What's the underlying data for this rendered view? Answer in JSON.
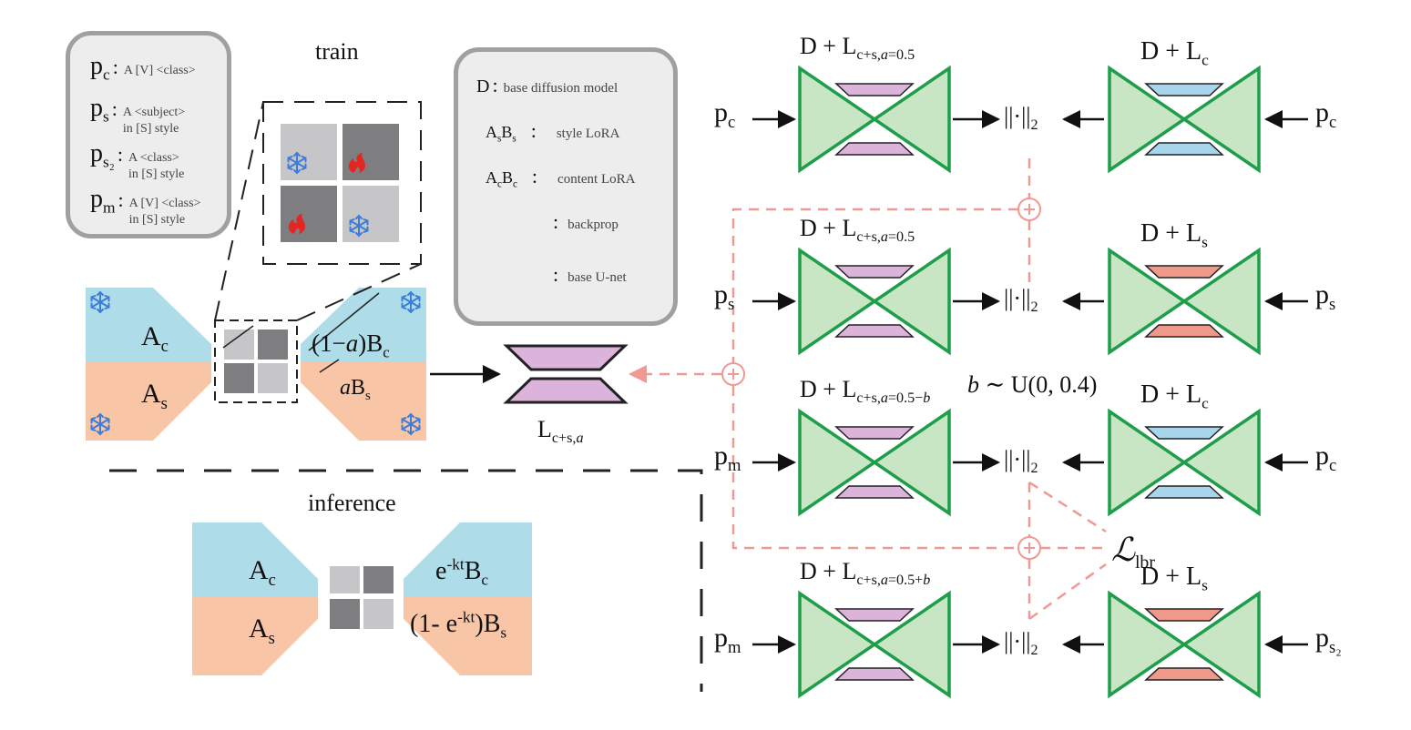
{
  "prompt_legend": {
    "items": [
      {
        "key": "p",
        "sub": "c",
        "desc_line1": "A [V] <class>",
        "desc_line2": ""
      },
      {
        "key": "p",
        "sub": "s",
        "desc_line1": "A <subject>",
        "desc_line2": "in [S] style"
      },
      {
        "key": "p",
        "sub": "s₂",
        "desc_line1": "A <class>",
        "desc_line2": "in [S] style"
      },
      {
        "key": "p",
        "sub": "m",
        "desc_line1": "A [V] <class>",
        "desc_line2": "in [S] style"
      }
    ]
  },
  "train": {
    "title": "train",
    "left": {
      "top_label": "A",
      "top_sub": "c",
      "bottom_label": "A",
      "bottom_sub": "s"
    },
    "right": {
      "top_prefix": "(1−",
      "top_var": "a",
      "top_suffix": ")B",
      "top_sub": "c",
      "bottom_var": "a",
      "bottom_label": "B",
      "bottom_sub": "s"
    },
    "output": {
      "label": "L",
      "sub": "c+s,",
      "sub_var": "a"
    }
  },
  "inference": {
    "title": "inference",
    "left": {
      "top_label": "A",
      "top_sub": "c",
      "bottom_label": "A",
      "bottom_sub": "s"
    },
    "right": {
      "top_prefix": "e",
      "top_sup": "-kt",
      "top_label": "B",
      "top_sub": "c",
      "bottom_prefix": "(1- e",
      "bottom_sup": "-kt",
      "bottom_suffix": ")B",
      "bottom_sub": "s"
    }
  },
  "symbol_legend": {
    "items": [
      {
        "key": "D",
        "desc": "base diffusion model"
      },
      {
        "key": "A",
        "key_sub1": "s",
        "key2": "B",
        "key_sub2": "s",
        "desc": "style LoRA"
      },
      {
        "key": "A",
        "key_sub1": "c",
        "key2": "B",
        "key_sub2": "c",
        "desc": "content LoRA"
      },
      {
        "key": "",
        "desc": "backprop"
      },
      {
        "key": "",
        "desc": "base U-net"
      }
    ]
  },
  "rows": [
    {
      "input": "p",
      "input_sub": "c",
      "model_label": "D + L",
      "model_sub": "c+s,",
      "model_sub_var": "a",
      "model_sub_tail": "=0.5",
      "norm": "||·||",
      "norm_sub": "2",
      "ref_label": "D + L",
      "ref_sub": "c",
      "ref_input": "p",
      "ref_input_sub": "c"
    },
    {
      "input": "p",
      "input_sub": "s",
      "model_label": "D + L",
      "model_sub": "c+s,",
      "model_sub_var": "a",
      "model_sub_tail": "=0.5",
      "norm": "||·||",
      "norm_sub": "2",
      "ref_label": "D + L",
      "ref_sub": "s",
      "ref_input": "p",
      "ref_input_sub": "s"
    },
    {
      "input": "p",
      "input_sub": "m",
      "model_label": "D + L",
      "model_sub": "c+s,",
      "model_sub_var": "a",
      "model_sub_tail": "=0.5−",
      "model_sub_var2": "b",
      "norm": "||·||",
      "norm_sub": "2",
      "ref_label": "D + L",
      "ref_sub": "c",
      "ref_input": "p",
      "ref_input_sub": "c"
    },
    {
      "input": "p",
      "input_sub": "m",
      "model_label": "D + L",
      "model_sub": "c+s,",
      "model_sub_var": "a",
      "model_sub_tail": "=0.5+",
      "model_sub_var2": "b",
      "norm": "||·||",
      "norm_sub": "2",
      "ref_label": "D + L",
      "ref_sub": "s",
      "ref_input": "p",
      "ref_input_sub": "s₂"
    }
  ],
  "b_dist": {
    "var": "b",
    "text": " ∼ U(0, 0.4)"
  },
  "lbr": {
    "symbol": "ℒ",
    "sub": "lbr"
  },
  "colors": {
    "lora_c": "#afdce9",
    "lora_s": "#f8c5a6",
    "unet_fill": "#c8e6c4",
    "unet_stroke": "#1e9d4a",
    "purple": "#dcb3da",
    "blue": "#a7d6ec",
    "salmon": "#ef998b",
    "backprop": "#f09994",
    "dark_gray": "#7e7e80",
    "light_gray": "#c6c6c8",
    "snow": "#3c7dd9",
    "fire": "#e42623"
  }
}
